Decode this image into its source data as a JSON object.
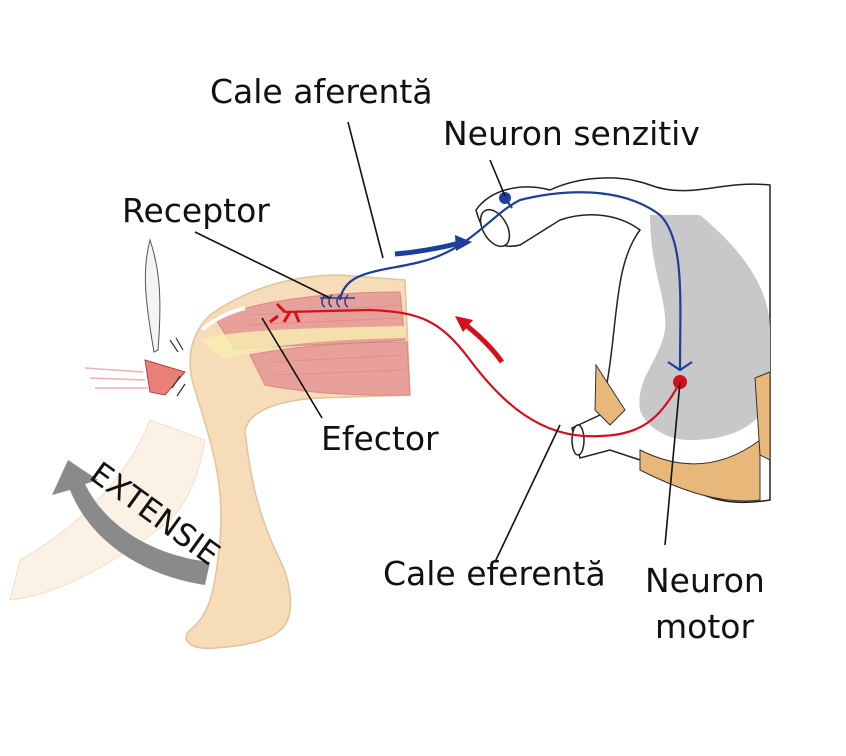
{
  "labels": {
    "afferent_path": "Cale aferentă",
    "sensory_neuron": "Neuron senzitiv",
    "receptor": "Receptor",
    "effector": "Efector",
    "efferent_path": "Cale eferentă",
    "motor_neuron_line1": "Neuron",
    "motor_neuron_line2": "motor",
    "extension": "EXTENSIE"
  },
  "colors": {
    "sensory": "#1d3f9a",
    "motor": "#d4101c",
    "skin": "#f6dcb8",
    "muscle": "#e8a09a",
    "grey_matter": "#c8c8ca",
    "root_tan": "#e8b87a",
    "arrow_grey": "#8a8a8a"
  }
}
